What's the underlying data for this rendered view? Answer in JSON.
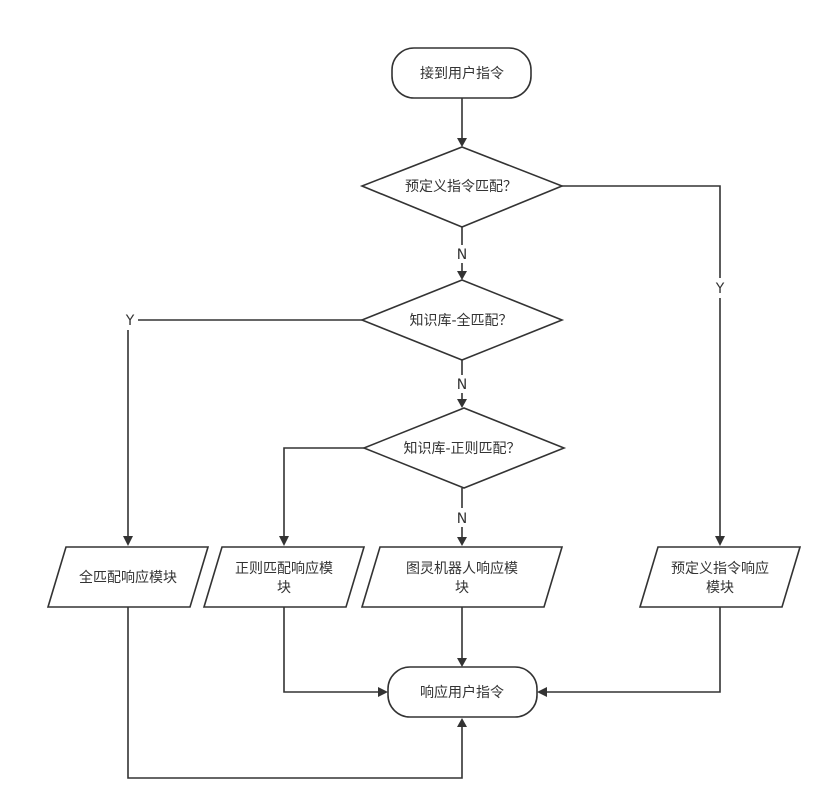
{
  "nodes": {
    "start": "接到用户指令",
    "q_predefined": "预定义指令匹配？",
    "q_kb_full": "知识库-全匹配？",
    "q_kb_regex": "知识库-正则匹配？",
    "full_match_module": "全匹配响应模块",
    "regex_match_module_1": "正则匹配响应模",
    "regex_match_module_2": "块",
    "turing_module_1": "图灵机器人响应模",
    "turing_module_2": "块",
    "predefined_module_1": "预定义指令响应",
    "predefined_module_2": "模块",
    "end": "响应用户指令"
  },
  "edge_labels": {
    "predefined_no": "N",
    "predefined_yes": "Y",
    "kb_full_yes": "Y",
    "kb_full_no": "N",
    "kb_regex_no": "N"
  },
  "colors": {
    "stroke": "#333333",
    "fill": "#ffffff",
    "text": "#333333"
  }
}
